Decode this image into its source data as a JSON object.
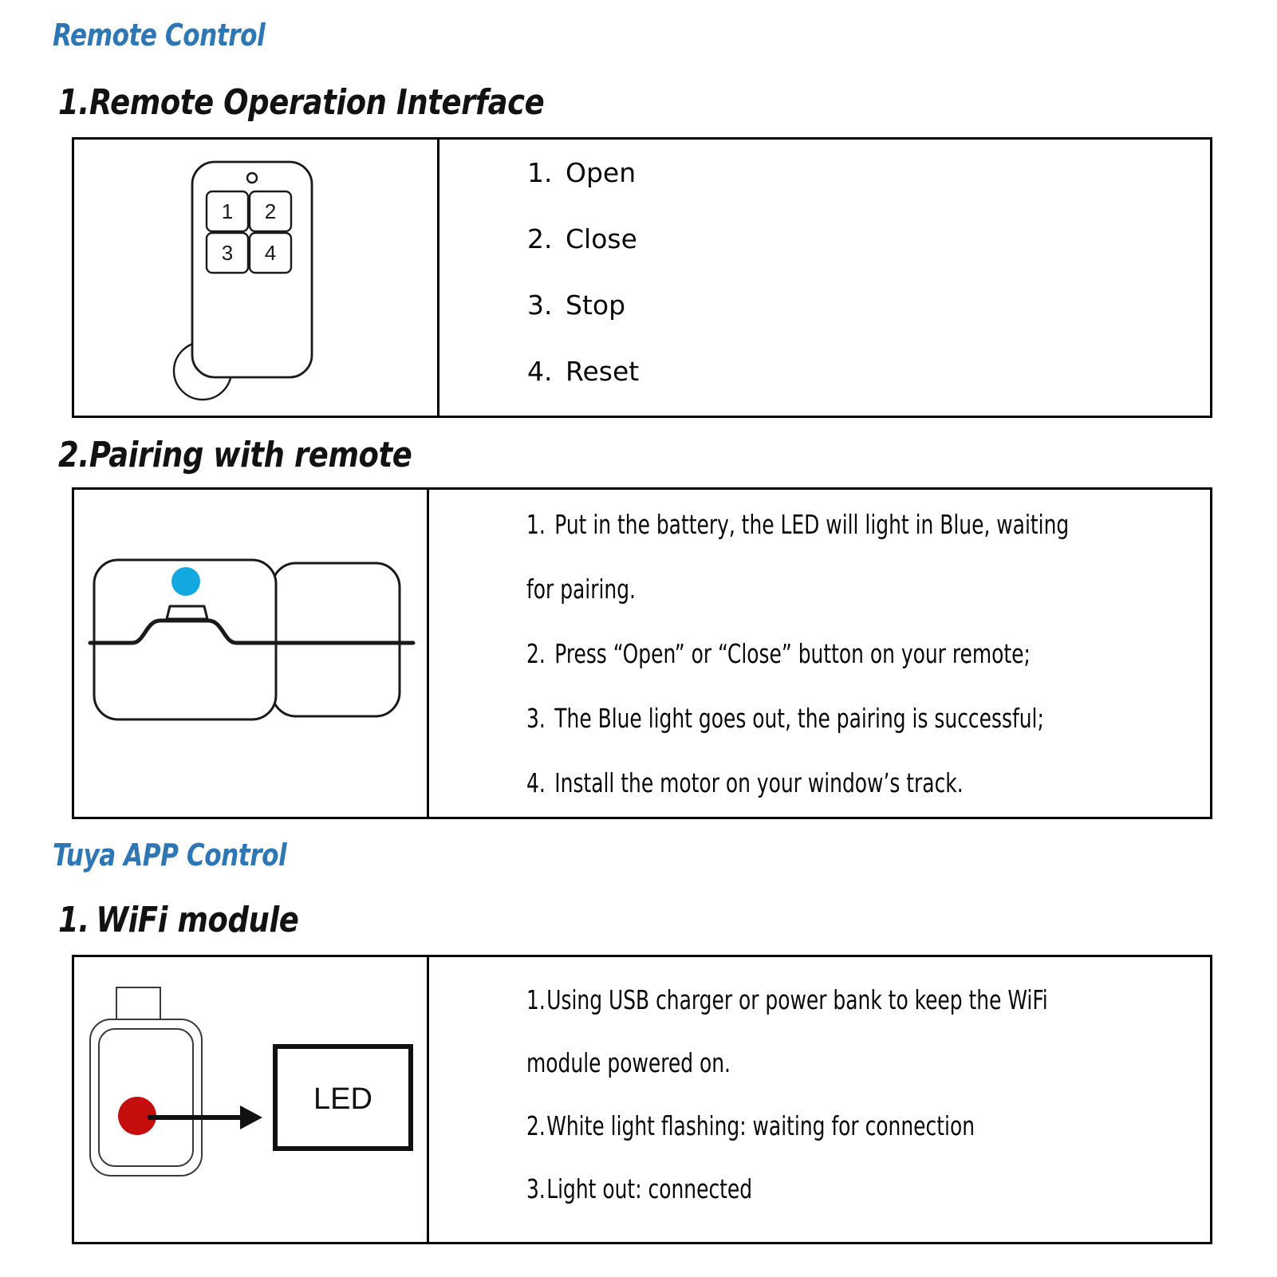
{
  "document": {
    "sections": [
      {
        "id": "remote-control",
        "heading": "Remote Control",
        "heading_color": "#2E76B4",
        "subsections": [
          {
            "id": "remote-operation-interface",
            "number": "1.",
            "title": "Remote Operation Interface",
            "figure": {
              "type": "remote-control-illustration",
              "buttons": [
                "1",
                "2",
                "3",
                "4"
              ],
              "has_led_indicator": true,
              "has_keyring": true
            },
            "items": [
              {
                "n": "1.",
                "text": "Open"
              },
              {
                "n": "2.",
                "text": "Close"
              },
              {
                "n": "3.",
                "text": "Stop"
              },
              {
                "n": "4.",
                "text": "Reset"
              }
            ]
          },
          {
            "id": "pairing-with-remote",
            "number": "2.",
            "title": "Pairing with remote",
            "figure": {
              "type": "curtain-motor-illustration",
              "led_color": "#14A8E0",
              "led_label": "blue-led"
            },
            "items": [
              {
                "n": "1.",
                "line1": "Put in the battery, the LED will light in Blue, waiting",
                "line2": "for pairing."
              },
              {
                "n": "2.",
                "line1": "Press “Open” or “Close” button on your remote;"
              },
              {
                "n": "3.",
                "line1": "The Blue light goes out, the pairing is successful;"
              },
              {
                "n": "4.",
                "line1": "Install the motor on your window’s track."
              }
            ]
          }
        ]
      },
      {
        "id": "tuya-app-control",
        "heading": "Tuya APP Control",
        "heading_color": "#2E76B4",
        "subsections": [
          {
            "id": "wifi-module",
            "number": "1.",
            "title": "WiFi module",
            "figure": {
              "type": "wifi-usb-module-illustration",
              "led_color": "#C40D0D",
              "led_label": "red-led",
              "callout_box_label": "LED",
              "arrow": "right-arrow"
            },
            "items": [
              {
                "n": "1.",
                "line1": "Using  USB  charger  or  power  bank  to  keep  the  WiFi",
                "line2": "module powered on."
              },
              {
                "n": "2.",
                "line1": "White light flashing: waiting for connection"
              },
              {
                "n": "3.",
                "line1": "Light out: connected"
              }
            ]
          }
        ]
      }
    ]
  }
}
